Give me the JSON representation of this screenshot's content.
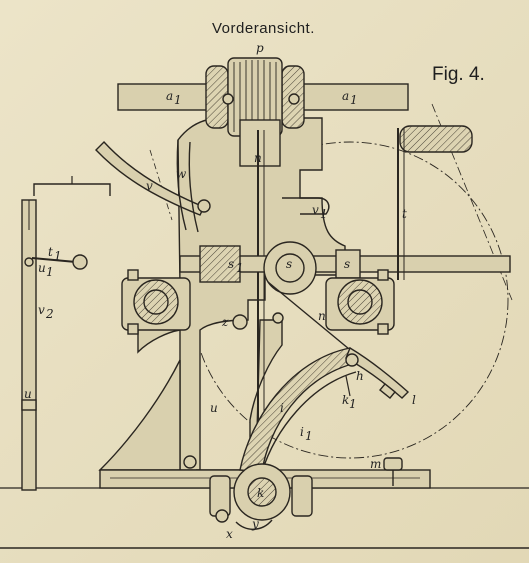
{
  "title": "Vorderansicht.",
  "figure_label": "Fig. 4.",
  "labels": {
    "p": "p",
    "a1_left": "a",
    "a1_left_sub": "1",
    "a1_right": "a",
    "a1_right_sub": "1",
    "n_top": "n",
    "w": "w",
    "v": "v",
    "v1": "v",
    "v1_sub": "1",
    "t": "t",
    "t1": "t",
    "t1_sub": "1",
    "u1": "u",
    "u1_sub": "1",
    "v2": "v",
    "v2_sub": "2",
    "u_left": "u",
    "s1": "s",
    "s1_sub": "1",
    "s_mid": "s",
    "s_right": "s",
    "z": "z",
    "n_mid": "n",
    "u_center": "u",
    "h": "h",
    "k1": "k",
    "k1_sub": "1",
    "l": "l",
    "i": "i",
    "i1": "i",
    "i1_sub": "1",
    "m": "m",
    "k": "k",
    "x": "x",
    "y": "y"
  },
  "colors": {
    "paper": "#e9e1c4",
    "ink": "#2a2620"
  }
}
